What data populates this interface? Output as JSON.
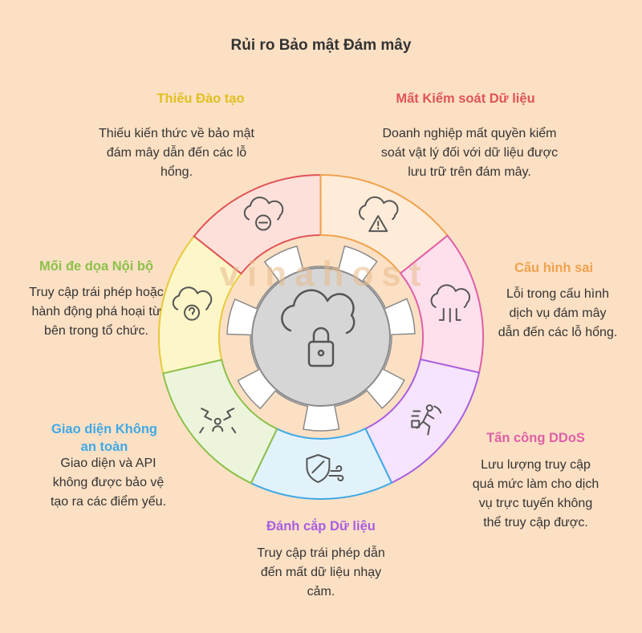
{
  "title": "Rủi ro Bảo mật Đám mây",
  "center": {
    "icon": "cloud-lock-icon"
  },
  "watermark": "vinahost",
  "colors": {
    "background": "#fce0c4",
    "yellow": "#e8c93a",
    "red": "#e05456",
    "orange": "#f0a24e",
    "pink": "#e05fa6",
    "purple": "#a85ee0",
    "blue": "#3fa9e6",
    "green": "#8cc04a"
  },
  "categories": [
    {
      "key": "training",
      "title": "Thiếu Đào tạo",
      "description": "Thiếu kiến thức về bảo mật đám mây dẫn đến các lỗ hổng.",
      "icon": "cloud-question-icon"
    },
    {
      "key": "data-loss",
      "title": "Mất Kiểm soát Dữ liệu",
      "description": "Doanh nghiệp mất quyền kiểm soát vật lý đối với dữ liệu được lưu trữ trên đám mây.",
      "icon": "cloud-minus-icon"
    },
    {
      "key": "misconfig",
      "title": "Cấu hình sai",
      "description": "Lỗi trong cấu hình dịch vụ đám mây dẫn đến các lỗ hổng.",
      "icon": "cloud-warning-icon"
    },
    {
      "key": "ddos",
      "title": "Tấn công DDoS",
      "description": "Lưu lượng truy cập quá mức làm cho dịch vụ trực tuyến không thể truy cập được.",
      "icon": "cloud-network-icon"
    },
    {
      "key": "theft",
      "title": "Đánh cắp Dữ liệu",
      "description": "Truy cập trái phép dẫn đến mất dữ liệu nhạy cảm.",
      "icon": "running-thief-icon"
    },
    {
      "key": "interface",
      "title": "Giao diện Không an toàn",
      "description": "Giao diện và API không được bảo vệ tạo ra các điểm yếu.",
      "icon": "shield-wind-icon"
    },
    {
      "key": "insider",
      "title": "Mối đe dọa Nội bộ",
      "description": "Truy cập trái phép hoặc hành động phá hoại từ bên trong tổ chức.",
      "icon": "insider-threat-icon"
    }
  ]
}
